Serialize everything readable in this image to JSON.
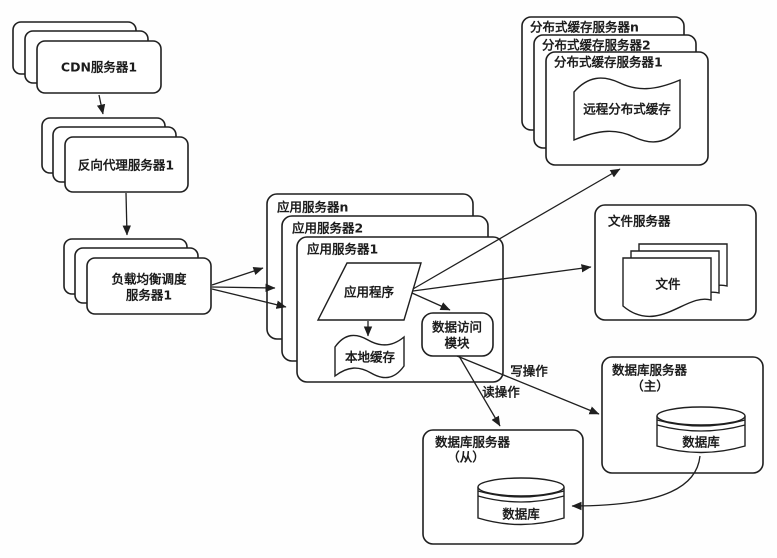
{
  "diagram_type": "web-architecture-diagram",
  "colors": {
    "stroke": "#1f1f1f",
    "node_fill": "#ffffff",
    "background": "#fefefe",
    "text": "#1c1c1c"
  },
  "nodes": {
    "cdn": {
      "label": "CDN服务器1"
    },
    "reverse_proxy": {
      "label": "反向代理服务器1"
    },
    "load_balancer": {
      "line1": "负载均衡调度",
      "line2": "服务器1"
    },
    "app_servers": {
      "back": "应用服务器n",
      "middle": "应用服务器2",
      "front": "应用服务器1"
    },
    "application": {
      "label": "应用程序"
    },
    "local_cache": {
      "label": "本地缓存"
    },
    "data_access_module": {
      "line1": "数据访问",
      "line2": "模块"
    },
    "cache_servers": {
      "back": "分布式缓存服务器n",
      "middle": "分布式缓存服务器2",
      "front": "分布式缓存服务器1"
    },
    "remote_cache": {
      "label": "远程分布式缓存"
    },
    "file_server": {
      "label": "文件服务器"
    },
    "files": {
      "label": "文件"
    },
    "db_master": {
      "line1": "数据库服务器",
      "line2": "（主）",
      "db_label": "数据库"
    },
    "db_slave": {
      "line1": "数据库服务器",
      "line2": "（从）",
      "db_label": "数据库"
    }
  },
  "edge_labels": {
    "write": "写操作",
    "read": "读操作"
  }
}
